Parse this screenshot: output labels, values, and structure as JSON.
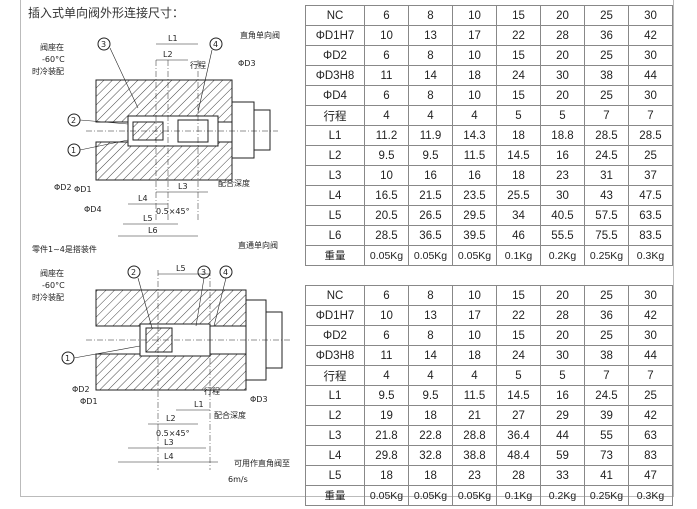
{
  "heading": "插入式单向阀外形连接尺寸：",
  "drawing_top": {
    "title": "直角单向阀",
    "note": [
      "阀座在",
      "-60°C",
      "时冷装配"
    ],
    "balloons": [
      "1",
      "2",
      "3",
      "4"
    ],
    "dims": [
      "L1",
      "L2",
      "L3",
      "L4",
      "L5",
      "L6",
      "0.5×45°",
      "行程",
      "ΦD3",
      "ΦD1",
      "ΦD2",
      "ΦD4",
      "配合深度"
    ]
  },
  "drawing_mid": {
    "caption": "零件1~4是搭装件",
    "title": "直通单向阀"
  },
  "drawing_bottom": {
    "note": [
      "阀座在",
      "-60°C",
      "时冷装配"
    ],
    "balloons": [
      "1",
      "2",
      "3",
      "4"
    ],
    "dims": [
      "L1",
      "L2",
      "L3",
      "L4",
      "L5",
      "0.5×45°",
      "行程",
      "ΦD1",
      "ΦD2",
      "ΦD3",
      "配合深度"
    ],
    "footnote": [
      "可用作直角阀至",
      "6m/s"
    ]
  },
  "table1": {
    "rows": [
      {
        "label": "NC",
        "values": [
          "6",
          "8",
          "10",
          "15",
          "20",
          "25",
          "30"
        ]
      },
      {
        "label": "ΦD1H7",
        "values": [
          "10",
          "13",
          "17",
          "22",
          "28",
          "36",
          "42"
        ]
      },
      {
        "label": "ΦD2",
        "values": [
          "6",
          "8",
          "10",
          "15",
          "20",
          "25",
          "30"
        ]
      },
      {
        "label": "ΦD3H8",
        "values": [
          "11",
          "14",
          "18",
          "24",
          "30",
          "38",
          "44"
        ]
      },
      {
        "label": "ΦD4",
        "values": [
          "6",
          "8",
          "10",
          "15",
          "20",
          "25",
          "30"
        ]
      },
      {
        "label": "行程",
        "values": [
          "4",
          "4",
          "4",
          "5",
          "5",
          "7",
          "7"
        ]
      },
      {
        "label": "L1",
        "values": [
          "11.2",
          "11.9",
          "14.3",
          "18",
          "18.8",
          "28.5",
          "28.5"
        ]
      },
      {
        "label": "L2",
        "values": [
          "9.5",
          "9.5",
          "11.5",
          "14.5",
          "16",
          "24.5",
          "25"
        ]
      },
      {
        "label": "L3",
        "values": [
          "10",
          "16",
          "16",
          "18",
          "23",
          "31",
          "37"
        ]
      },
      {
        "label": "L4",
        "values": [
          "16.5",
          "21.5",
          "23.5",
          "25.5",
          "30",
          "43",
          "47.5"
        ]
      },
      {
        "label": "L5",
        "values": [
          "20.5",
          "26.5",
          "29.5",
          "34",
          "40.5",
          "57.5",
          "63.5"
        ]
      },
      {
        "label": "L6",
        "values": [
          "28.5",
          "36.5",
          "39.5",
          "46",
          "55.5",
          "75.5",
          "83.5"
        ]
      },
      {
        "label": "重量",
        "values": [
          "0.05Kg",
          "0.05Kg",
          "0.05Kg",
          "0.1Kg",
          "0.2Kg",
          "0.25Kg",
          "0.3Kg"
        ]
      }
    ]
  },
  "table2": {
    "rows": [
      {
        "label": "NC",
        "values": [
          "6",
          "8",
          "10",
          "15",
          "20",
          "25",
          "30"
        ]
      },
      {
        "label": "ΦD1H7",
        "values": [
          "10",
          "13",
          "17",
          "22",
          "28",
          "36",
          "42"
        ]
      },
      {
        "label": "ΦD2",
        "values": [
          "6",
          "8",
          "10",
          "15",
          "20",
          "25",
          "30"
        ]
      },
      {
        "label": "ΦD3H8",
        "values": [
          "11",
          "14",
          "18",
          "24",
          "30",
          "38",
          "44"
        ]
      },
      {
        "label": "行程",
        "values": [
          "4",
          "4",
          "4",
          "5",
          "5",
          "7",
          "7"
        ]
      },
      {
        "label": "L1",
        "values": [
          "9.5",
          "9.5",
          "11.5",
          "14.5",
          "16",
          "24.5",
          "25"
        ]
      },
      {
        "label": "L2",
        "values": [
          "19",
          "18",
          "21",
          "27",
          "29",
          "39",
          "42"
        ]
      },
      {
        "label": "L3",
        "values": [
          "21.8",
          "22.8",
          "28.8",
          "36.4",
          "44",
          "55",
          "63"
        ]
      },
      {
        "label": "L4",
        "values": [
          "29.8",
          "32.8",
          "38.8",
          "48.4",
          "59",
          "73",
          "83"
        ]
      },
      {
        "label": "L5",
        "values": [
          "18",
          "18",
          "23",
          "28",
          "33",
          "41",
          "47"
        ]
      },
      {
        "label": "重量",
        "values": [
          "0.05Kg",
          "0.05Kg",
          "0.05Kg",
          "0.1Kg",
          "0.2Kg",
          "0.25Kg",
          "0.3Kg"
        ]
      }
    ]
  }
}
